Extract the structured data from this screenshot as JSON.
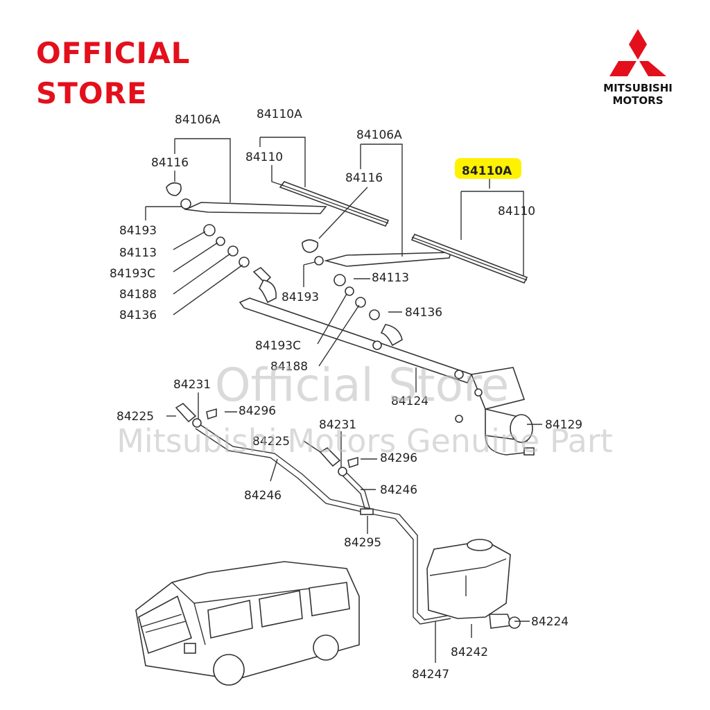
{
  "header": {
    "badge_line1": "OFFICIAL",
    "badge_line2": "STORE",
    "brand_line1": "MITSUBISHI",
    "brand_line2": "MOTORS",
    "brand_color": "#e3101c",
    "logo_icon": "three-diamonds-logo-icon"
  },
  "watermark": {
    "line1": "Official Store",
    "line2": "Mitsubishi Motors Genuine Part"
  },
  "highlight_color": "#fff200",
  "labels": {
    "l84106A_a": "84106A",
    "l84110A_a": "84110A",
    "l84116_a": "84116",
    "l84110_a": "84110",
    "l84106A_b": "84106A",
    "l84116_b": "84116",
    "l84110A_b": "84110A",
    "l84110_b": "84110",
    "l84193_a": "84193",
    "l84113_a": "84113",
    "l84193C_a": "84193C",
    "l84188_a": "84188",
    "l84136_a": "84136",
    "l84193_b": "84193",
    "l84113_b": "84113",
    "l84136_b": "84136",
    "l84193C_b": "84193C",
    "l84188_b": "84188",
    "l84124": "84124",
    "l84129": "84129",
    "l84231_a": "84231",
    "l84225_a": "84225",
    "l84296_a": "84296",
    "l84231_b": "84231",
    "l84225_b": "84225",
    "l84296_b": "84296",
    "l84246_a": "84246",
    "l84246_b": "84246",
    "l84295": "84295",
    "l84224": "84224",
    "l84242": "84242",
    "l84247": "84247"
  }
}
